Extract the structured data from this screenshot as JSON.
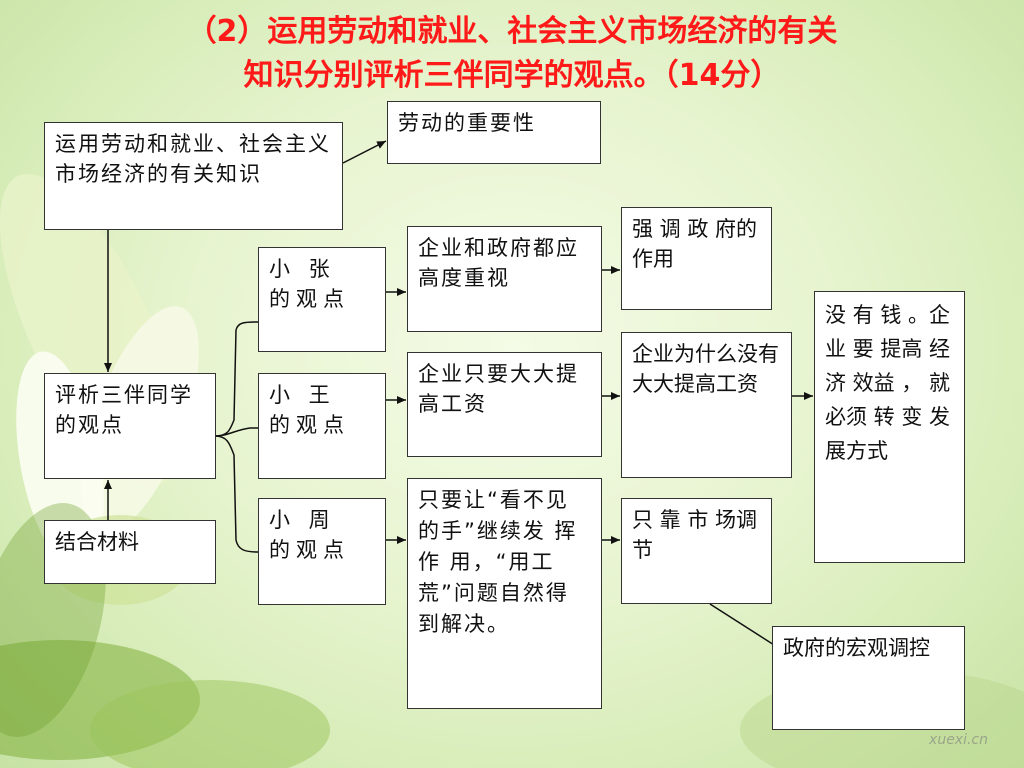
{
  "title": {
    "line1": "（2）运用劳动和就业、社会主义市场经济的有关",
    "line2": "知识分别评析三伴同学的观点。（14分）"
  },
  "boxes": {
    "knowledge": "运用劳动和就业、社会主义市场经济的有关知识",
    "labor_importance": "劳动的重要性",
    "evaluate": "评析三伴同学的观点",
    "combine": "结合材料",
    "zhang": "小 张 的观点",
    "wang": "小 王 的观点",
    "zhou": "小 周 的观点",
    "zhang_view": "企业和政府都应高度重视",
    "wang_view": "企业只要大大提高工资",
    "zhou_view": "只要让“看不见的手”继续发 挥 作 用，“用工荒”问题自然得到解决。",
    "gov_role": "强 调 政 府的作用",
    "why_wages": "企业为什么没有大大提高工资",
    "market_only": "只 靠 市 场调节",
    "no_money": "没 有 钱 。企 业 要 提高 经 济 效益 ， 就 必须 转 变 发展方式",
    "macro": "政府的宏观调控"
  },
  "watermark": "xuexi.cn"
}
